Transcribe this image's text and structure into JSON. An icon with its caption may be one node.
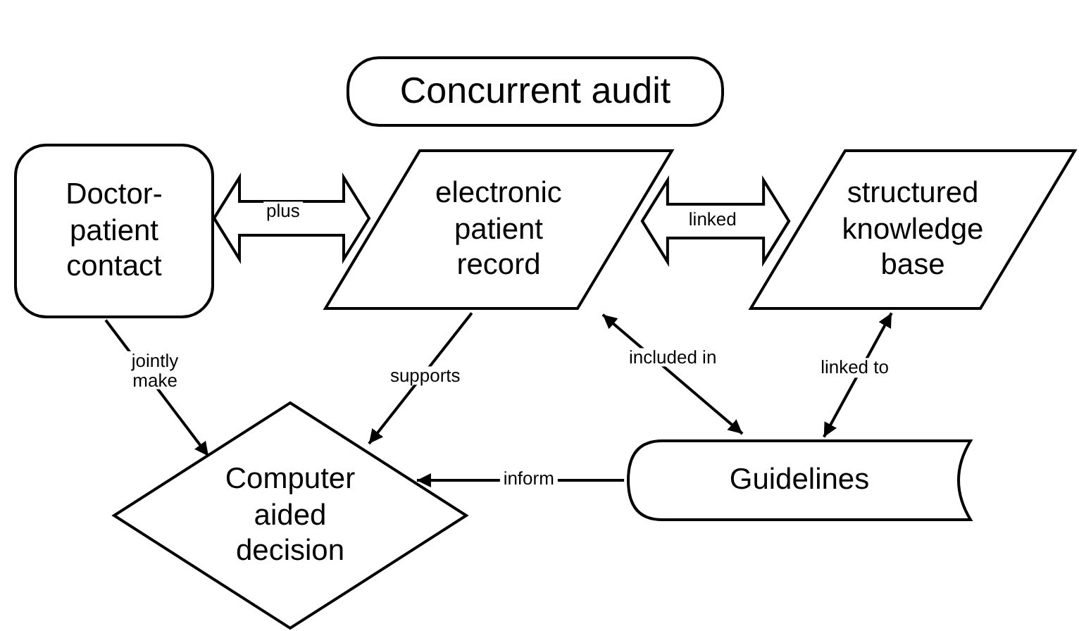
{
  "diagram": {
    "nodes": [
      {
        "text": [
          "Concurrent audit"
        ]
      },
      {
        "text": [
          "Doctor- patient contact"
        ]
      },
      {
        "text": [
          "electronic patient record"
        ]
      },
      {
        "text": [
          "structured knowledge base"
        ]
      },
      {
        "text": [
          "Computer aided decision"
        ]
      },
      {
        "text": [
          "Guidelines"
        ]
      }
    ],
    "edges": [
      {
        "from": 1,
        "to": 2,
        "arrow": "both",
        "label": "plus",
        "style": "thick"
      },
      {
        "from": 2,
        "to": 3,
        "arrow": "both",
        "label": "linked",
        "style": "thick"
      },
      {
        "from": 1,
        "to": 4,
        "arrow": "to",
        "label": "jointly make"
      },
      {
        "from": 2,
        "to": 4,
        "arrow": "to",
        "label": "supports"
      },
      {
        "from": 2,
        "to": 5,
        "arrow": "both",
        "label": "included in"
      },
      {
        "from": 5,
        "to": 3,
        "arrow": "both",
        "label": "linked to"
      },
      {
        "from": 5,
        "to": 4,
        "arrow": "to",
        "label": "inform"
      }
    ]
  }
}
